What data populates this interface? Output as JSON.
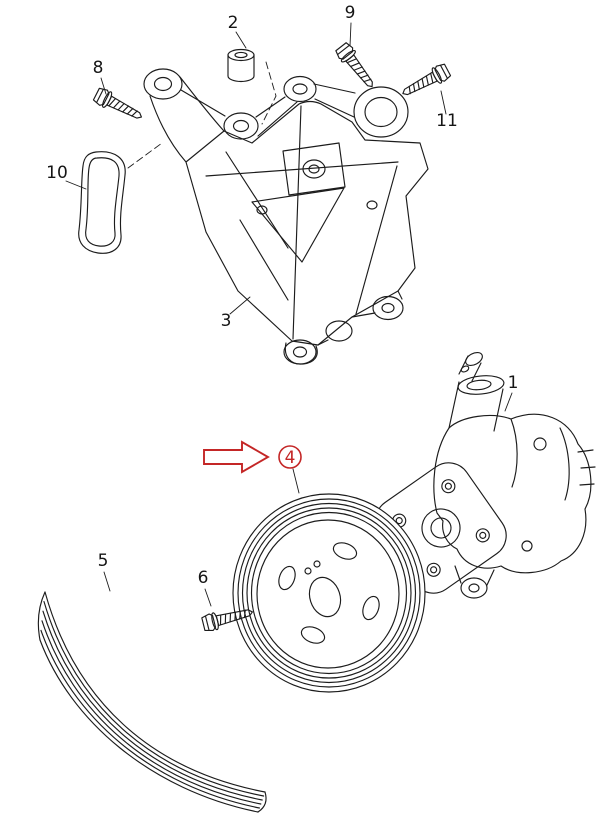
{
  "page": {
    "background": "#ffffff",
    "line_color": "#1c1c1c",
    "highlight_color": "#c42626"
  },
  "diagram": {
    "kind": "exploded-parts-diagram",
    "subject": "power-steering pump with bracket, pulley and ribbed belt",
    "callouts": [
      {
        "label": "1",
        "part": "power-steering-pump",
        "highlighted": false
      },
      {
        "label": "2",
        "part": "bushing",
        "highlighted": false
      },
      {
        "label": "3",
        "part": "mounting-bracket",
        "highlighted": false
      },
      {
        "label": "4",
        "part": "pulley",
        "highlighted": true
      },
      {
        "label": "5",
        "part": "ribbed-belt",
        "highlighted": false
      },
      {
        "label": "6",
        "part": "bolt",
        "highlighted": false
      },
      {
        "label": "8",
        "part": "bolt",
        "highlighted": false
      },
      {
        "label": "9",
        "part": "bolt",
        "highlighted": false
      },
      {
        "label": "10",
        "part": "gasket",
        "highlighted": false
      },
      {
        "label": "11",
        "part": "bolt",
        "highlighted": false
      }
    ],
    "highlight": {
      "label": "4",
      "marker": "red-circle",
      "pointer_icon": "red-arrow-right-icon",
      "color": "#c42626"
    }
  }
}
